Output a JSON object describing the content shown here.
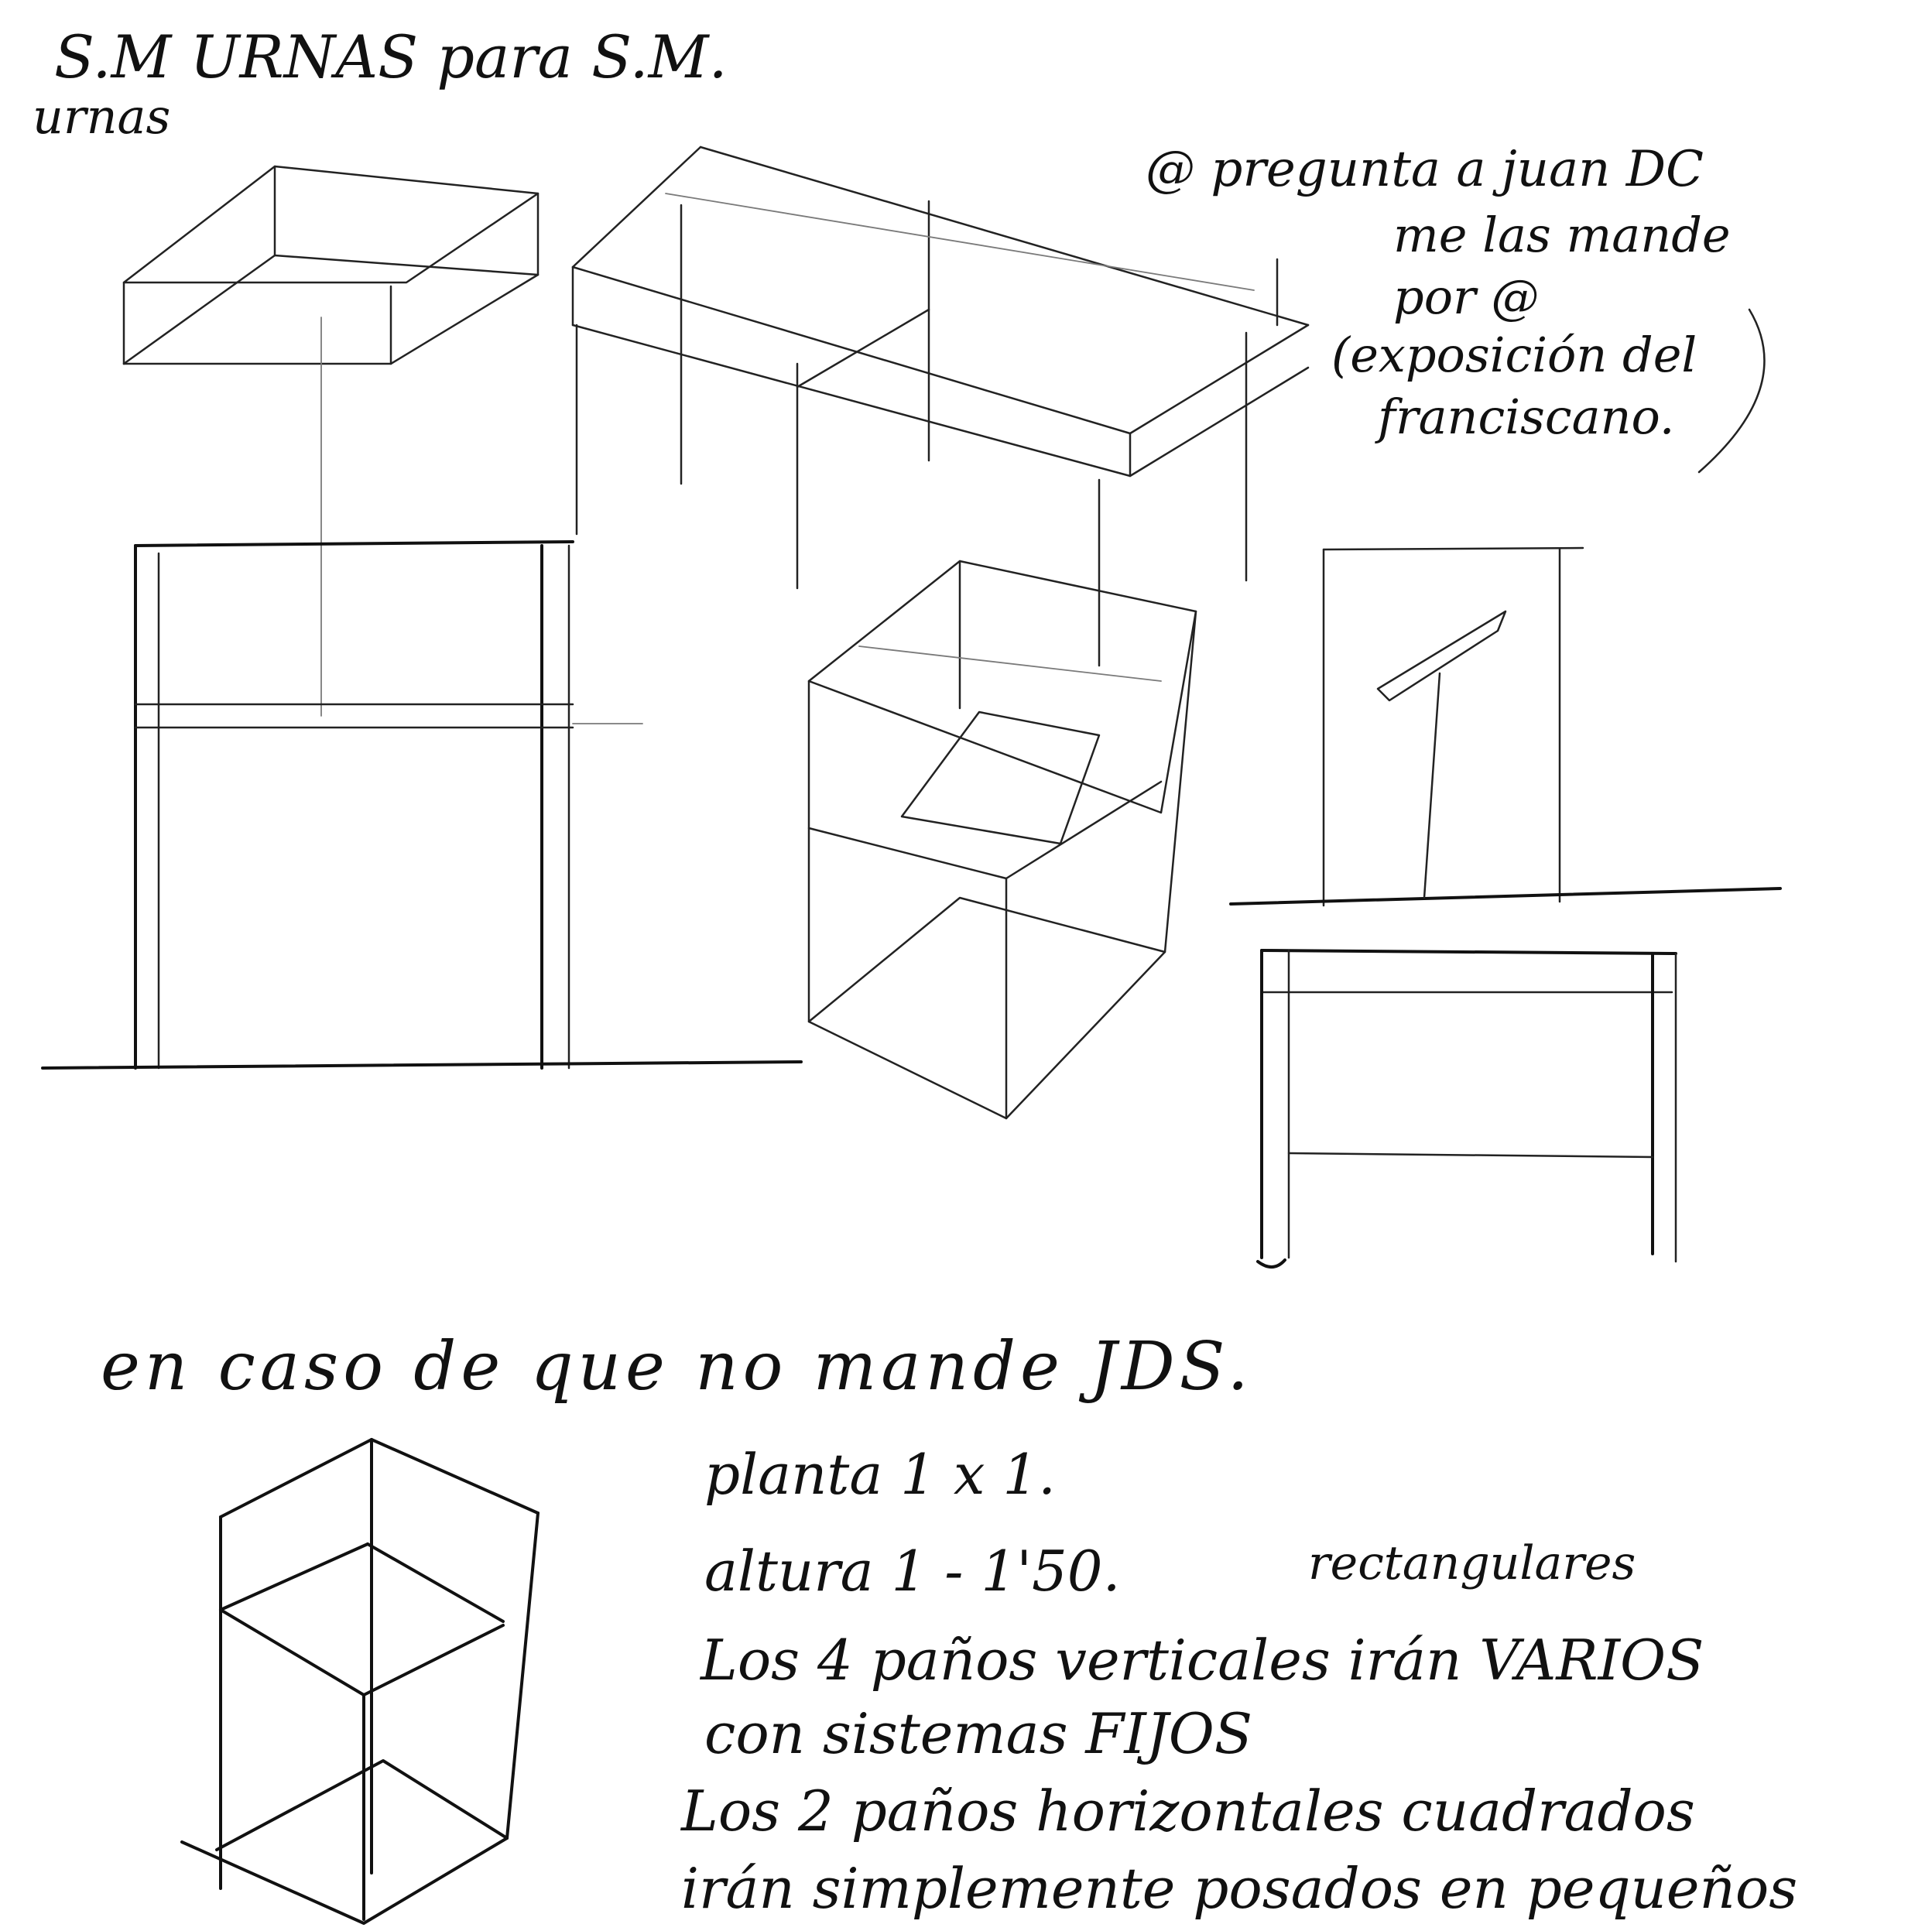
{
  "header": {
    "title_line": "S.M URNAS para S.M.",
    "title_sub": "urnas"
  },
  "note": {
    "lines": [
      "@ pregunta a juan DC",
      "me las mande",
      "por @",
      "(exposición del",
      "franciscano."
    ]
  },
  "condition": "en caso de que no mande JDS.",
  "specs": {
    "line1": "planta 1 x 1.",
    "line2_note": "rectangulares",
    "line2": "altura 1 - 1'50.",
    "line3": "Los 4 paños verticales irán VARIOS",
    "line4": "con sistemas FIJOS",
    "line5": "Los 2 paños horizontales cuadrados",
    "line6": "irán simplemente posados en pequeños"
  },
  "colors": {
    "ink": "#111111",
    "paper": "#ffffff"
  }
}
